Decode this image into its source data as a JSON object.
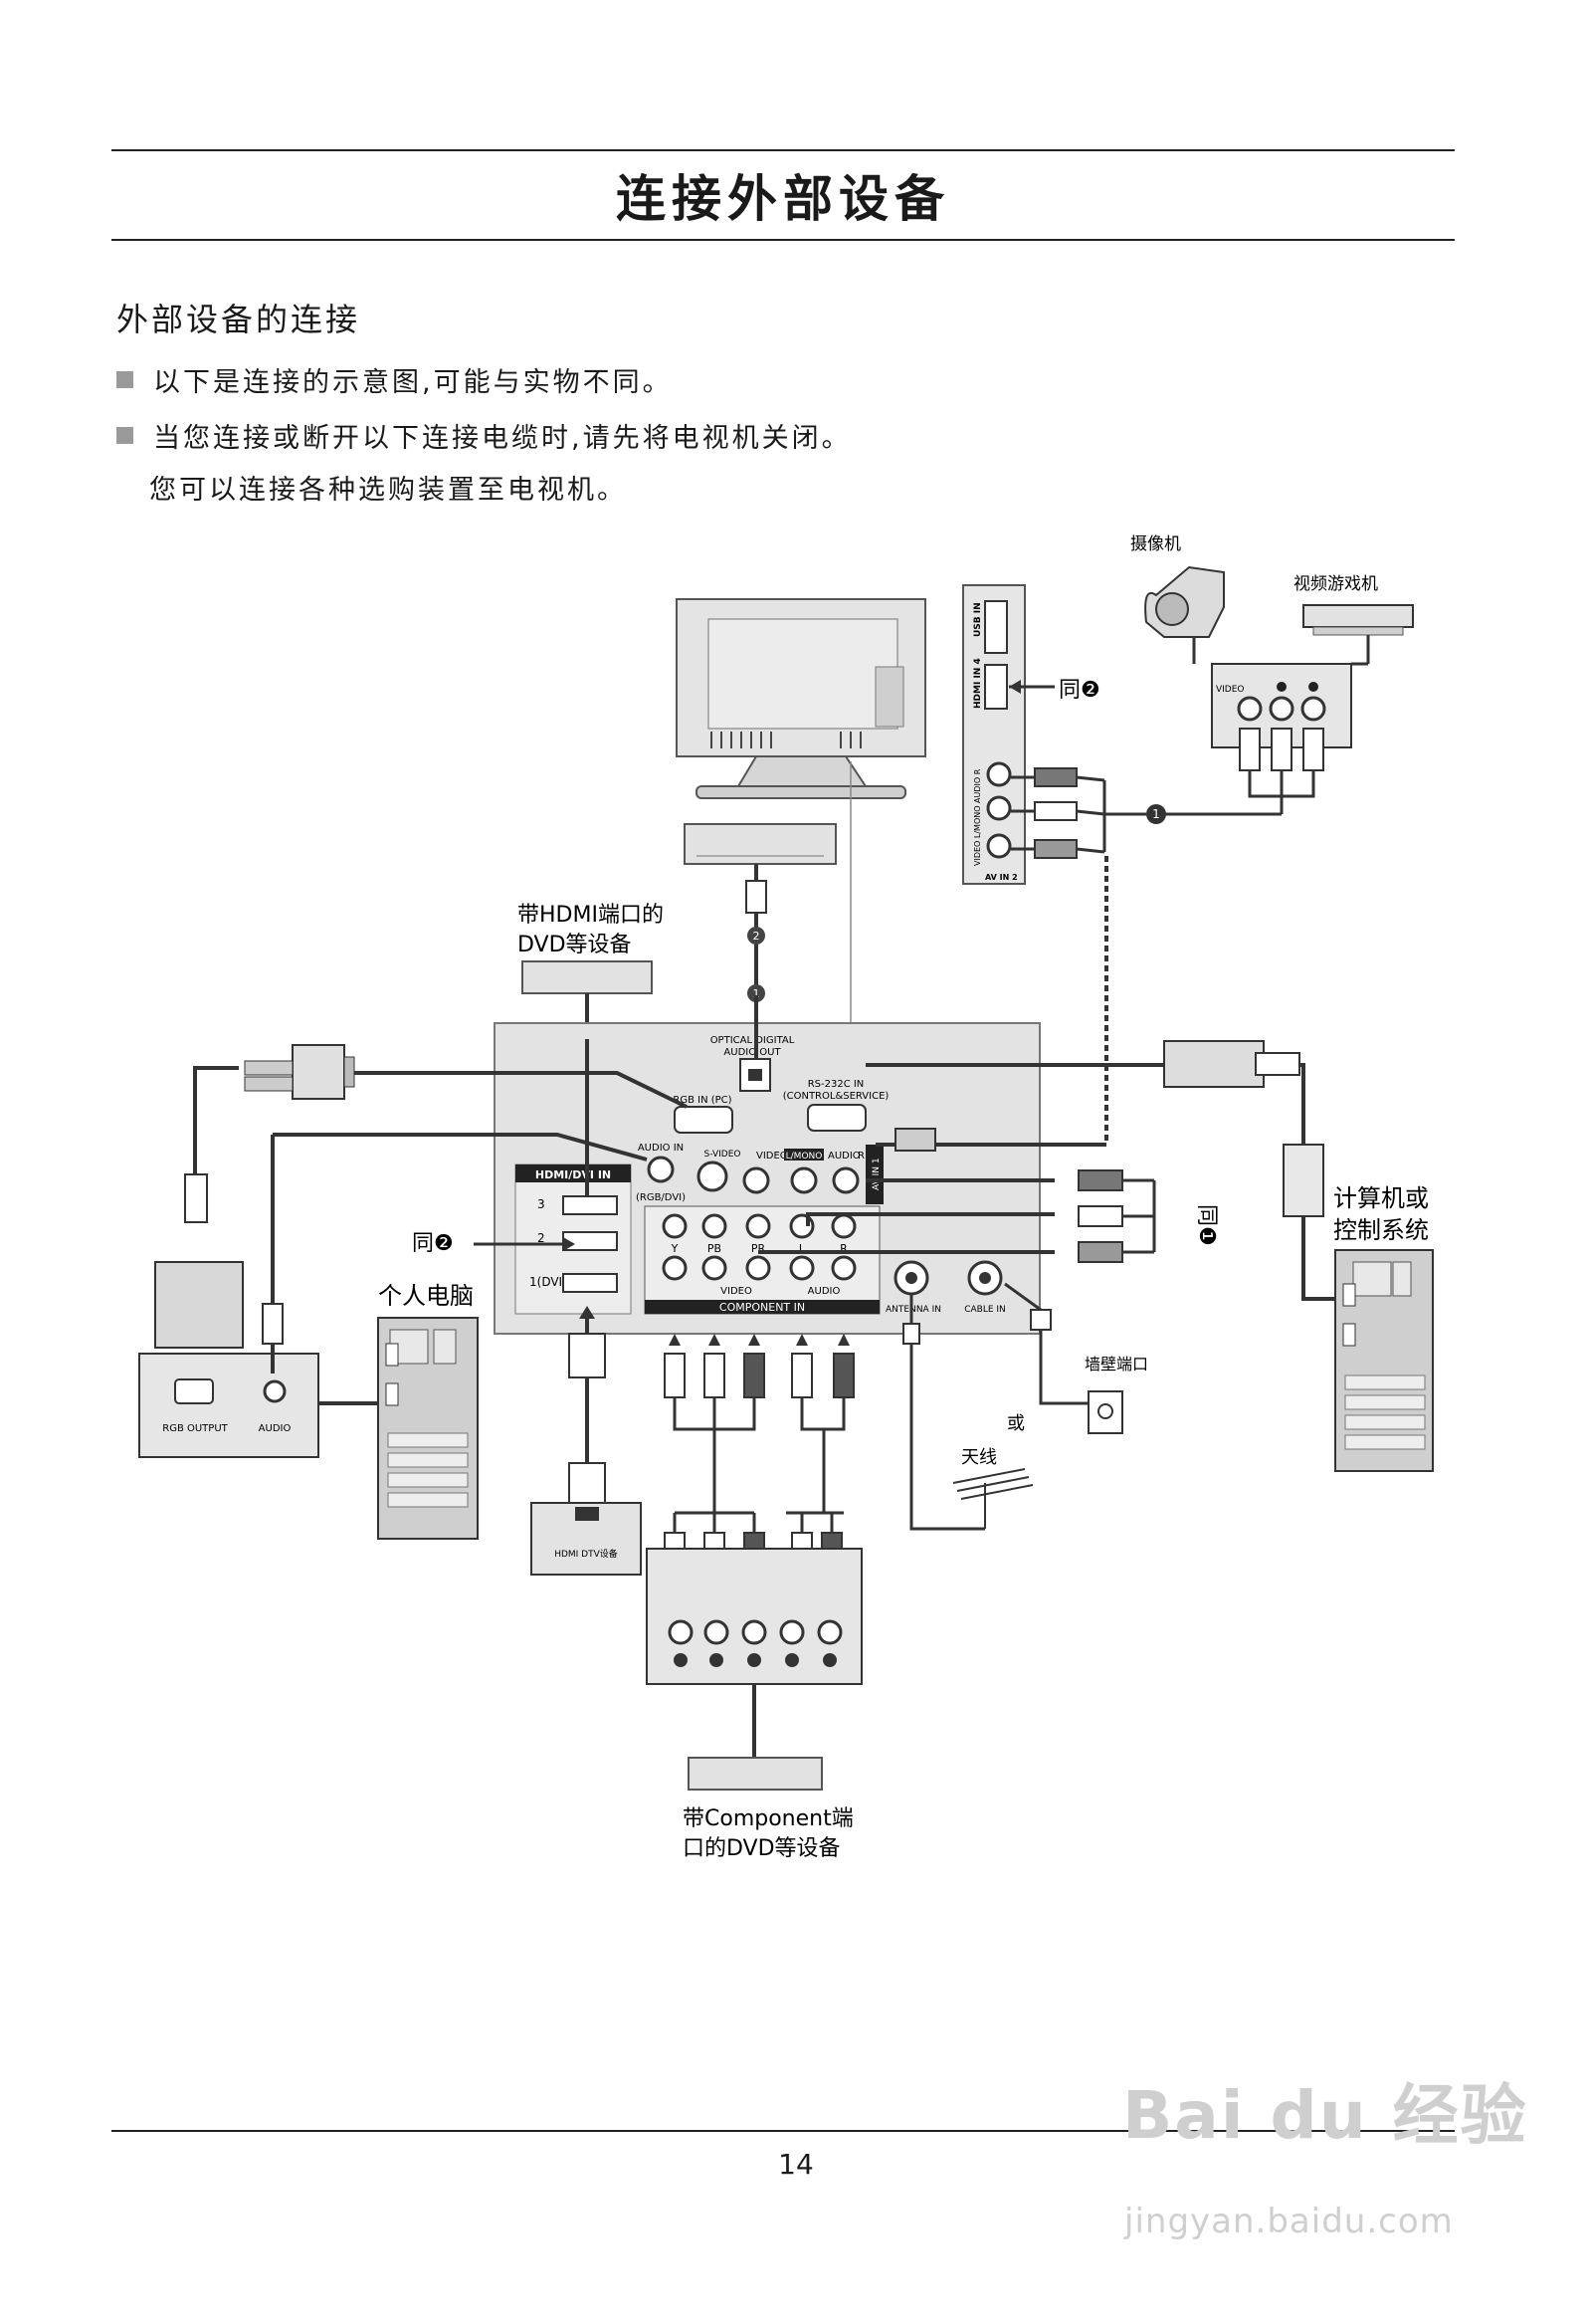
{
  "page": {
    "title": "连接外部设备",
    "section_heading": "外部设备的连接",
    "bullets": [
      "以下是连接的示意图,可能与实物不同。",
      "当您连接或断开以下连接电缆时,请先将电视机关闭。"
    ],
    "note": "您可以连接各种选购装置至电视机。",
    "page_number": "14"
  },
  "devices": {
    "camcorder": "摄像机",
    "game_console": "视频游戏机",
    "hdmi_dvd_line1": "带HDMI端口的",
    "hdmi_dvd_line2": "DVD等设备",
    "pc": "个人电脑",
    "computer_line1": "计算机或",
    "computer_line2": "控制系统",
    "component_dvd_line1": "带Component端",
    "component_dvd_line2": "口的DVD等设备",
    "wall_jack": "墙壁端口",
    "or": "或",
    "antenna": "天线",
    "hdmi_dtv": "HDMI DTV设备"
  },
  "same_as": {
    "same_2": "同❷",
    "same_1": "同❶",
    "marker_1": "1",
    "marker_2": "2"
  },
  "tv_panel": {
    "optical_line1": "OPTICAL DIGITAL",
    "optical_line2": "AUDIO OUT",
    "rgb_in": "RGB IN (PC)",
    "rs232_line1": "RS-232C IN",
    "rs232_line2": "(CONTROL&SERVICE)",
    "audio_in": "AUDIO IN",
    "audio_in_sub": "(RGB/DVI)",
    "hdmi_header": "HDMI/DVI IN",
    "hdmi_3": "3",
    "hdmi_2": "2",
    "hdmi_1": "1(DVI)",
    "s_video": "S-VIDEO",
    "video": "VIDEO",
    "mono": "L/MONO",
    "audio": "AUDIO",
    "r": "R",
    "av_in_1": "AV IN 1",
    "component_in": "COMPONENT IN",
    "y": "Y",
    "pb": "PB",
    "pr": "PR",
    "l": "L",
    "antenna_in": "ANTENNA IN",
    "cable_in": "CABLE IN"
  },
  "side_panel": {
    "usb_in": "USB IN",
    "hdmi_in_4": "HDMI IN 4",
    "labels": "VIDEO L/MONO AUDIO R",
    "av_in_2": "AV IN 2"
  },
  "peripheral_labels": {
    "rgb_output": "RGB OUTPUT",
    "audio": "AUDIO",
    "video": "VIDEO"
  },
  "watermark": {
    "logo": "Bai du 经验",
    "url": "jingyan.baidu.com"
  }
}
